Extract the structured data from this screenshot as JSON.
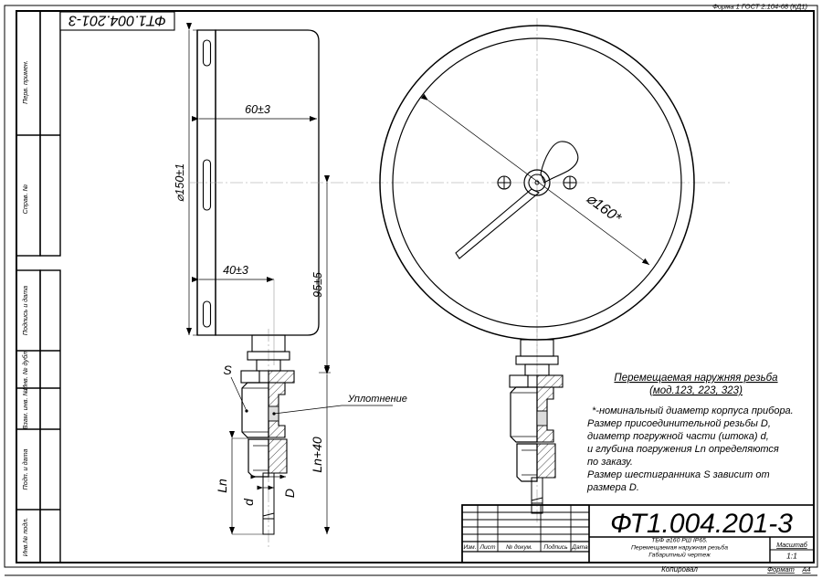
{
  "sheet": {
    "header_note": "Форма 1    ГОСТ 2.104-68          (КД1)",
    "top_left_designation": "ФТ1.004.201-3"
  },
  "sidebar": {
    "items": [
      {
        "label": "Перв. примен."
      },
      {
        "label": "Справ. №"
      },
      {
        "label": "Подпись и дата"
      },
      {
        "label": "Инв. № дубл."
      },
      {
        "label": "Взам. инв. №"
      },
      {
        "label": "Подп. и дата"
      },
      {
        "label": "Инв.№ подл."
      }
    ]
  },
  "drawing": {
    "side_view": {
      "dim_diameter_150": "⌀150±1",
      "dim_60": "60±3",
      "dim_40": "40±3",
      "dim_95": "95±5"
    },
    "front_view": {
      "dim_diameter_160": "⌀160*"
    },
    "stem": {
      "label_s": "S",
      "label_d": "d",
      "label_D": "D",
      "label_ln": "Ln",
      "label_ln40": "Ln+40",
      "callout_seal": "Уплотнение"
    }
  },
  "notes": {
    "title_line1": "Перемещаемая наружняя резьба",
    "title_line2": "(мод.123, 223, 323)",
    "body": [
      "*-номинальный диаметр корпуса прибора.",
      "Размер присоединительной резьбы D,",
      " диаметр погружной части (штока) d,",
      " и глубина погружения Ln определяются",
      "по заказу.",
      "Размер шестигранника S зависит от",
      " размера D."
    ]
  },
  "title_block": {
    "columns": [
      "Изм.",
      "Лист",
      "№ докум.",
      "Подпись",
      "Дата"
    ],
    "designation": "ФТ1.004.201-3",
    "product_line1": "ТБФ ⌀160 РШ IP65.",
    "product_line2": "Перемещаемая наружная резьба",
    "product_line3": "Габаритный чертеж",
    "scale_label": "Масштаб",
    "scale_value": "1:1",
    "copied_label": "Копировал",
    "format_label": "Формат",
    "format_value": "А4"
  },
  "colors": {
    "line": "#000000",
    "thin": "#3a3a3a",
    "center": "#9a9a9a",
    "hatch": "#000000",
    "paper": "#ffffff"
  }
}
